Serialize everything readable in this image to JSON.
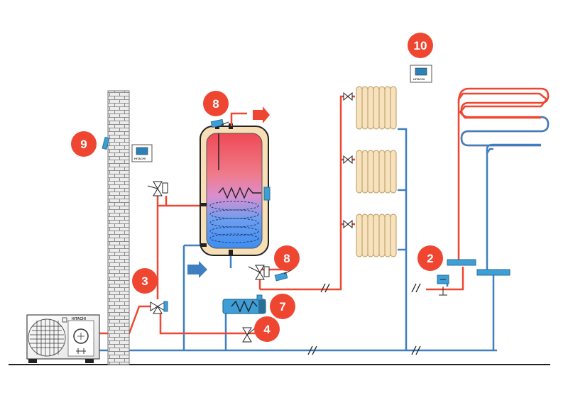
{
  "brand_label": "HITACHI",
  "callouts": {
    "c2": "2",
    "c3": "3",
    "c4": "4",
    "c7": "7",
    "c8_top": "8",
    "c8_mid": "8",
    "c9": "9",
    "c10": "10"
  },
  "colors": {
    "hot_pipe": "#ee4630",
    "cold_pipe": "#3e7fc0",
    "callout": "#ee4630",
    "radiator": "#f6e2bd",
    "tank_shell": "#f6dfb6",
    "wall_fill": "#e8e8e8"
  }
}
